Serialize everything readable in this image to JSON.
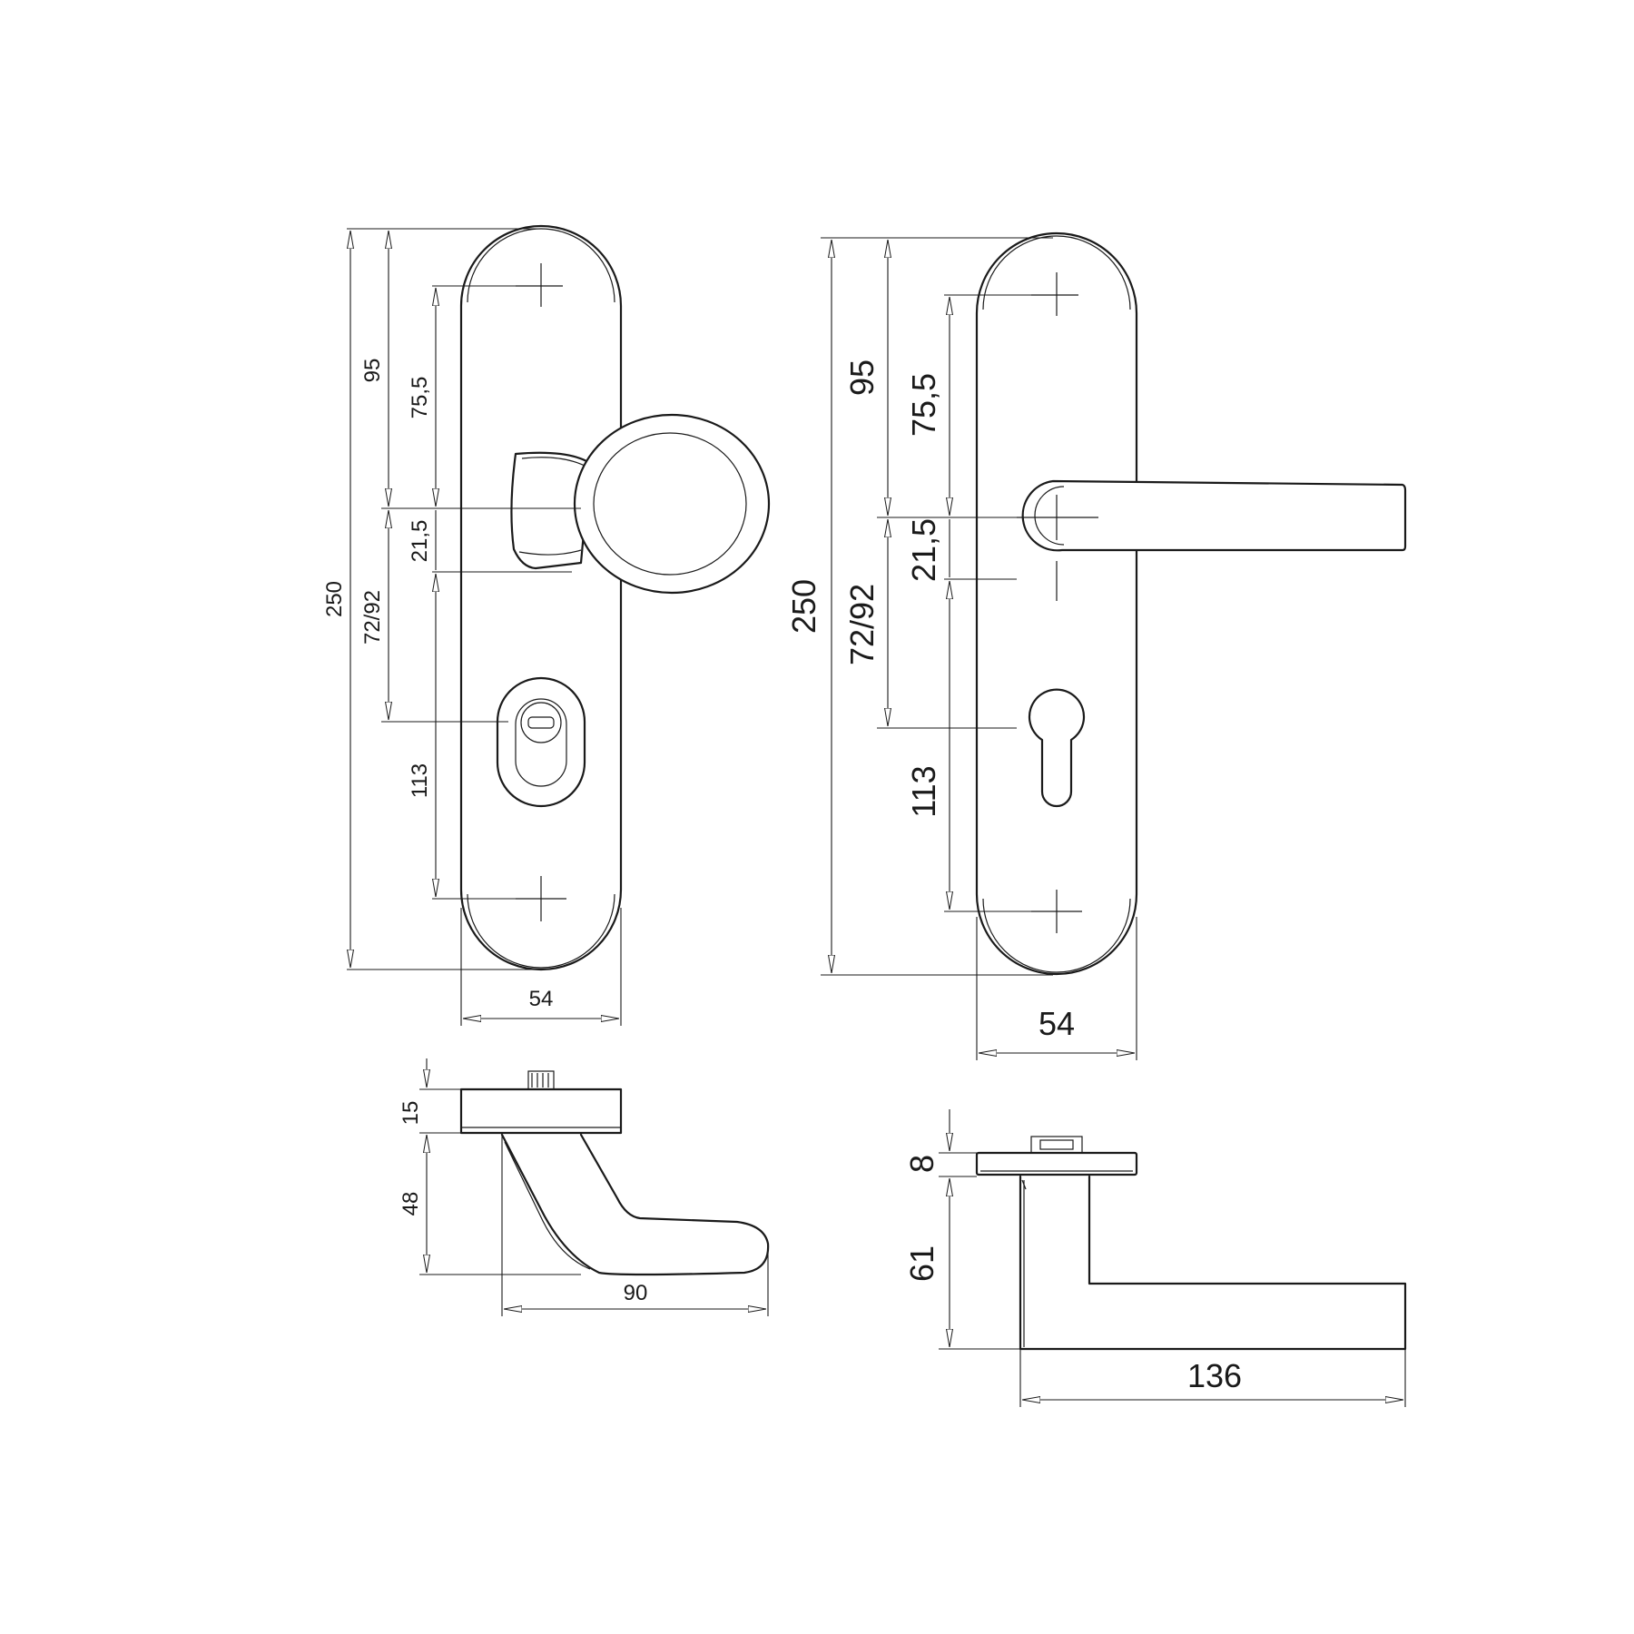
{
  "left_view": {
    "dimensions": {
      "total_height": "250",
      "top_to_handle": "95",
      "screw_to_handle": "75,5",
      "handle_offset": "21,5",
      "backset": "72/92",
      "screw_to_screw": "113",
      "plate_width": "54",
      "plate_thickness": "15",
      "knob_projection": "48",
      "knob_length": "90"
    }
  },
  "right_view": {
    "dimensions": {
      "total_height": "250",
      "top_to_handle": "95",
      "screw_to_handle": "75,5",
      "handle_offset": "21,5",
      "backset": "72/92",
      "screw_to_screw": "113",
      "plate_width": "54",
      "plate_thickness": "8",
      "lever_projection": "61",
      "lever_length": "136"
    }
  }
}
